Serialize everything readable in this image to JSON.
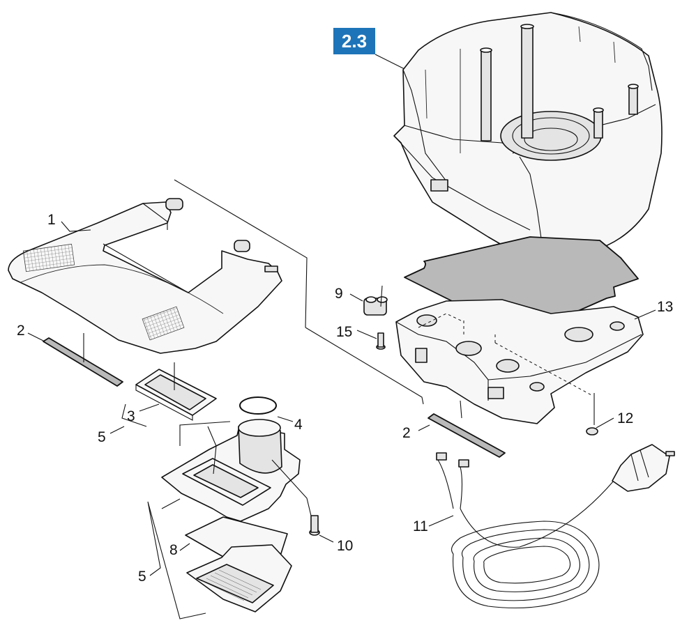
{
  "badge": {
    "label": "2.3",
    "color": "#1e74b8"
  },
  "callouts": {
    "c1": "1",
    "c2_left": "2",
    "c2_right": "2",
    "c3": "3",
    "c4": "4",
    "c5_top": "5",
    "c5_bottom": "5",
    "c8": "8",
    "c9": "9",
    "c10": "10",
    "c11": "11",
    "c12": "12",
    "c13": "13",
    "c15": "15"
  }
}
